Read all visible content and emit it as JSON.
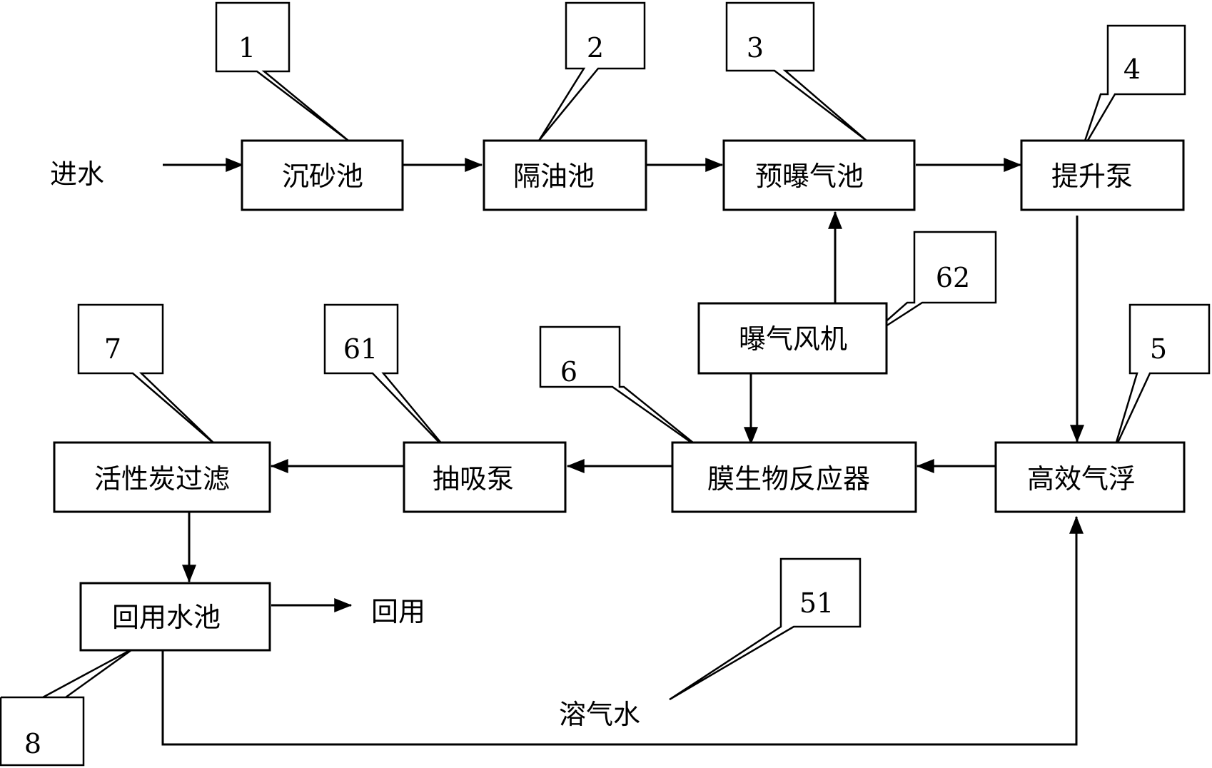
{
  "labels": {
    "inlet": "进水",
    "reuse_out": "回用",
    "dissolved_air_water": "溶气水"
  },
  "processes": {
    "grit_chamber": "沉砂池",
    "oil_separator": "隔油池",
    "pre_aeration_tank": "预曝气池",
    "lift_pump": "提升泵",
    "high_efficiency_flotation": "高效气浮",
    "aeration_blower": "曝气风机",
    "membrane_bioreactor": "膜生物反应器",
    "suction_pump": "抽吸泵",
    "activated_carbon_filter": "活性炭过滤",
    "reuse_water_tank": "回用水池"
  },
  "callouts": {
    "c1": "1",
    "c2": "2",
    "c3": "3",
    "c4": "4",
    "c5": "5",
    "c51": "51",
    "c6": "6",
    "c61": "61",
    "c62": "62",
    "c7": "7",
    "c8": "8"
  }
}
